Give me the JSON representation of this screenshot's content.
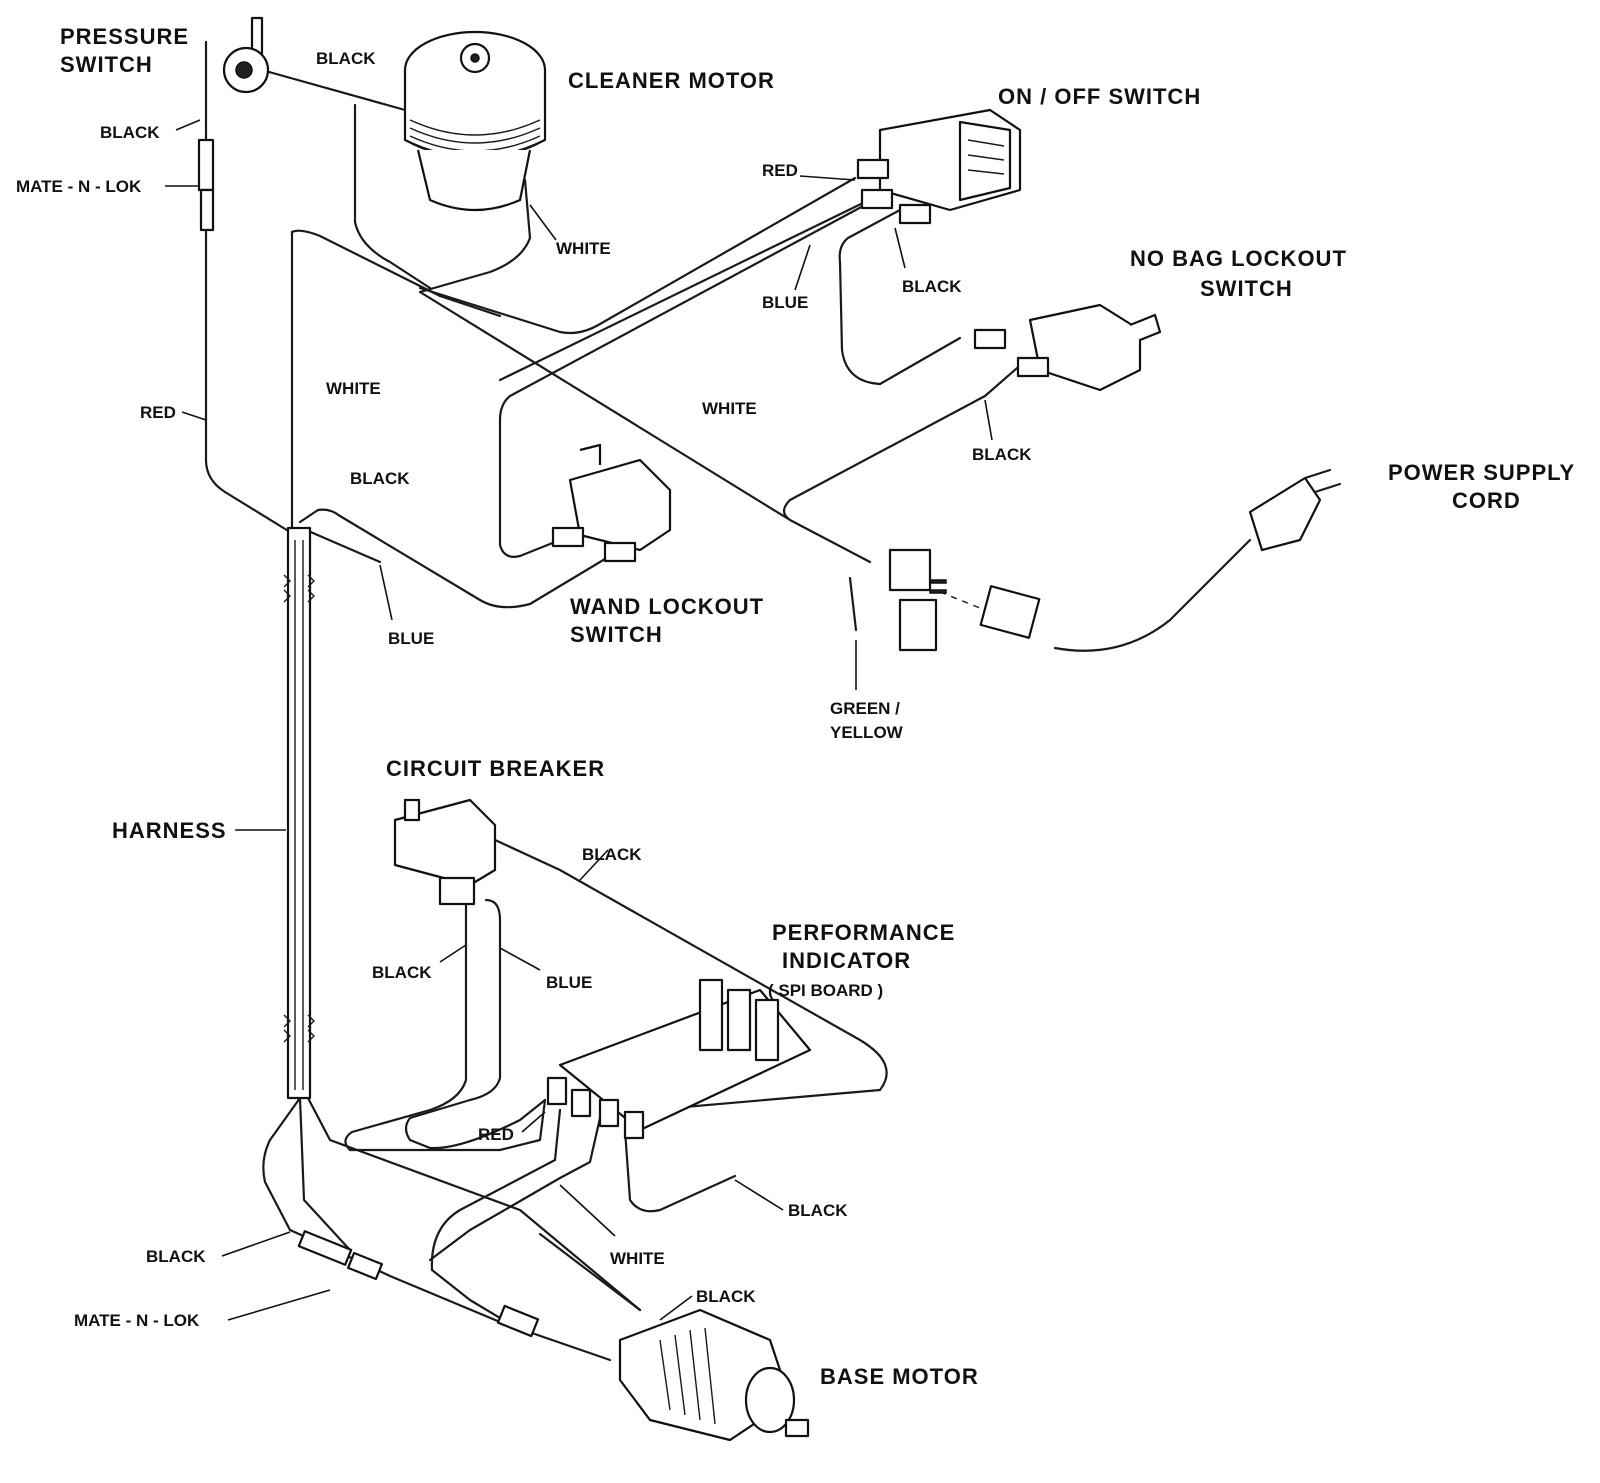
{
  "components": {
    "pressure_switch": [
      "PRESSURE",
      "SWITCH"
    ],
    "cleaner_motor": "CLEANER MOTOR",
    "on_off_switch": "ON / OFF SWITCH",
    "no_bag_lockout_switch": [
      "NO BAG LOCKOUT",
      "SWITCH"
    ],
    "power_supply_cord": [
      "POWER SUPPLY",
      "CORD"
    ],
    "wand_lockout_switch": [
      "WAND LOCKOUT",
      "SWITCH"
    ],
    "circuit_breaker": "CIRCUIT BREAKER",
    "harness": "HARNESS",
    "performance_indicator": [
      "PERFORMANCE",
      "INDICATOR",
      "( SPI BOARD )"
    ],
    "base_motor": "BASE MOTOR",
    "mate_n_lok_top": "MATE - N - LOK",
    "mate_n_lok_bottom": "MATE - N - LOK"
  },
  "wire_labels": {
    "black_pressure_top": "BLACK",
    "black_pressure_left": "BLACK",
    "red_left": "RED",
    "white_cleaner_motor": "WHITE",
    "red_onoff": "RED",
    "blue_onoff": "BLUE",
    "black_onoff": "BLACK",
    "white_harness": "WHITE",
    "black_harness": "BLACK",
    "blue_wand": "BLUE",
    "white_diag": "WHITE",
    "black_nobag": "BLACK",
    "green_yellow": [
      "GREEN /",
      "YELLOW"
    ],
    "black_breaker": "BLACK",
    "black_breaker_left": "BLACK",
    "blue_breaker": "BLUE",
    "red_spi": "RED",
    "black_spi": "BLACK",
    "white_spi": "WHITE",
    "black_bottom_left": "BLACK",
    "black_base_motor": "BLACK"
  }
}
